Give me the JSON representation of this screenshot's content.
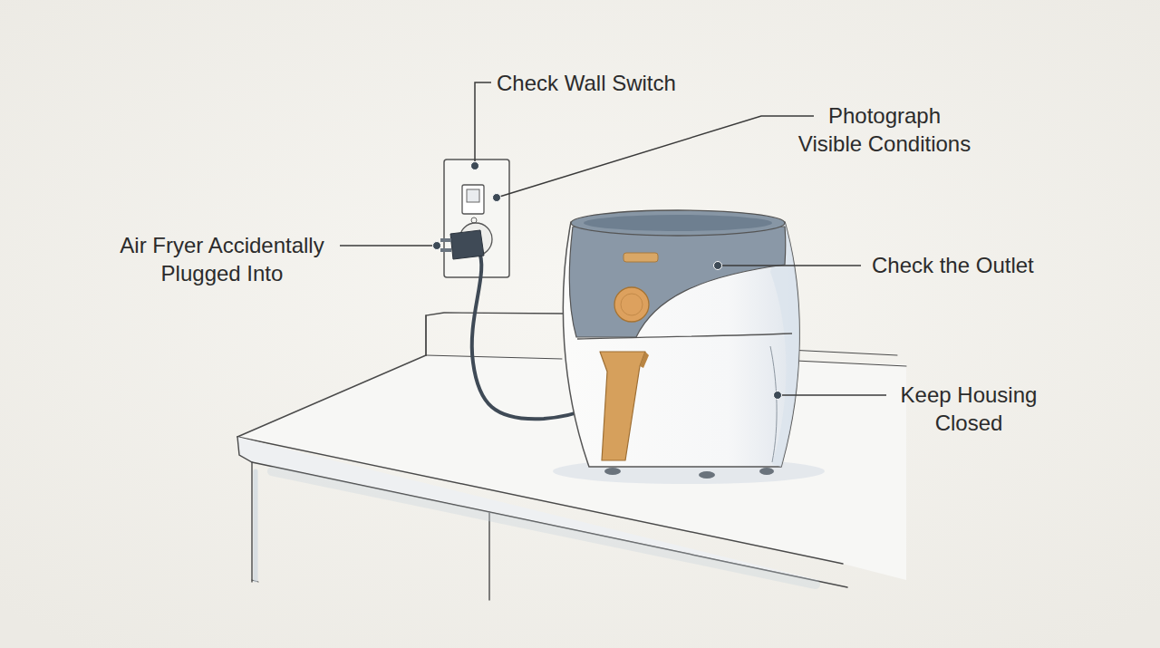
{
  "diagram": {
    "labels": [
      "Check Wall Switch",
      "Photograph Visible Conditions",
      "Air Fryer Accidentally Plugged Into",
      "Check the Outlet",
      "Keep Housing Closed"
    ]
  }
}
